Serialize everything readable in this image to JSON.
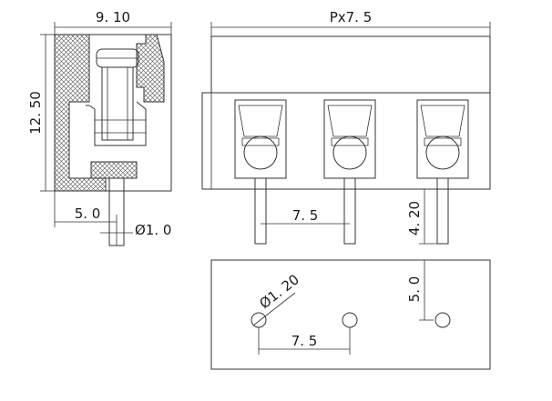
{
  "drawing": {
    "side_view": {
      "width_label": "9. 10",
      "height_label": "12. 50",
      "offset_label": "5. 0",
      "pin_diameter_label": "Ø1. 0"
    },
    "front_view": {
      "pitch_label": "Px7. 5",
      "spacing_label": "7. 5",
      "pin_length_label": "4. 20",
      "terminal_count": 3
    },
    "footprint_view": {
      "hole_diameter_label": "Ø1. 20",
      "spacing_label": "7. 5",
      "row_offset_label": "5. 0"
    },
    "line_color": "#333333",
    "background_color": "#ffffff"
  }
}
